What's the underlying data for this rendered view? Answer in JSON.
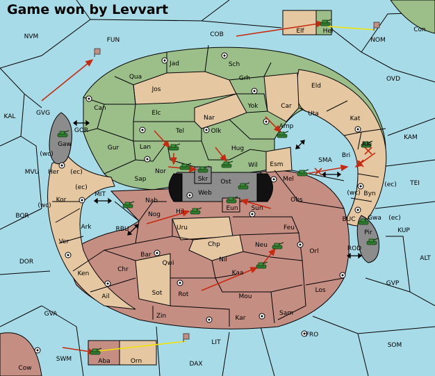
{
  "title": "Game won by Levvart",
  "colors": {
    "sea": "#a8dbe8",
    "green": "#9cbf8a",
    "tan": "#e5c8a1",
    "red": "#c58e83",
    "gray": "#8c8c8c",
    "order_arrow": "#c62a10",
    "support_line": "#f2e400"
  },
  "labels": {
    "nvm": "NVM",
    "fun": "FUN",
    "cob": "COB",
    "elf": "Elf",
    "hel": "Hel",
    "nom": "NOM",
    "con": "Con",
    "jad": "Jad",
    "sch": "Sch",
    "qua": "Qua",
    "jos": "Jos",
    "grh": "Grh",
    "eld": "Eld",
    "ovd": "OVD",
    "kal": "KAL",
    "gvg": "GVG",
    "can": "Can",
    "yok": "Yok",
    "car": "Car",
    "uta": "Uta",
    "kat": "Kat",
    "elc": "Elc",
    "nar": "Nar",
    "amp": "Amp",
    "kam": "KAM",
    "gor": "GOR",
    "gaw": "Gaw",
    "tel": "Tel",
    "olk": "Olk",
    "gur": "Gur",
    "lan": "Lan",
    "hug": "Hug",
    "bri": "Bri",
    "rie": "Rie",
    "wc1": "(wc)",
    "mvu": "MVU",
    "her": "Her",
    "ec1": "(ec)",
    "nor": "Nor",
    "skr": "Skr",
    "wil": "Wil",
    "esm": "Esm",
    "sma": "SMA",
    "tei": "TEI",
    "sap": "Sap",
    "ost": "Ost",
    "mel": "Mel",
    "web": "Web",
    "ec2": "(ec)",
    "wc2": "(wc)",
    "byn": "Byn",
    "ec3": "(ec)",
    "mit": "MIT",
    "kor": "Kor",
    "nab": "Nab",
    "obs": "Obs",
    "wc3": "(wc)",
    "eun": "Eun",
    "sun": "Sun",
    "gwa": "Gwa",
    "ec4": "(ec)",
    "bor": "BOR",
    "nog": "Nog",
    "hil": "Hil",
    "buc": "BUC",
    "kup": "KUP",
    "ark": "Ark",
    "rbu": "RBU",
    "uru": "Uru",
    "feu": "Feu",
    "pir": "Pir",
    "ver": "Ver",
    "chp": "Chp",
    "neu": "Neu",
    "orl": "Orl",
    "rod": "ROD",
    "bar": "Bar",
    "dor": "DOR",
    "qwi": "Qwi",
    "nil": "Nil",
    "alt": "ALT",
    "ken": "Ken",
    "chr": "Chr",
    "kaa": "Kaa",
    "gvp": "GVP",
    "sot": "Sot",
    "rot": "Rot",
    "los": "Los",
    "ail": "Ail",
    "mou": "Mou",
    "gva": "GVA",
    "zin": "Zin",
    "kar": "Kar",
    "sam": "Sam",
    "fro": "FRO",
    "lit": "LIT",
    "som": "SOM",
    "swm": "SWM",
    "aba": "Aba",
    "orn": "Orn",
    "dax": "DAX",
    "cow": "Cow"
  }
}
